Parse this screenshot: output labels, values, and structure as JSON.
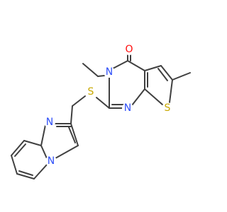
{
  "molecule": {
    "atoms": [
      {
        "id": "O1",
        "label": "O",
        "color": "#ff0d0d"
      },
      {
        "id": "N3",
        "label": "N",
        "color": "#3050f8"
      },
      {
        "id": "S_ring",
        "label": "S",
        "color": "#c8a800"
      },
      {
        "id": "N1",
        "label": "N",
        "color": "#3050f8"
      },
      {
        "id": "S_thio",
        "label": "S",
        "color": "#c8a800"
      },
      {
        "id": "N_imid",
        "label": "N",
        "color": "#3050f8"
      },
      {
        "id": "N_bridge",
        "label": "N",
        "color": "#3050f8"
      }
    ],
    "bond_color": "#404040"
  }
}
